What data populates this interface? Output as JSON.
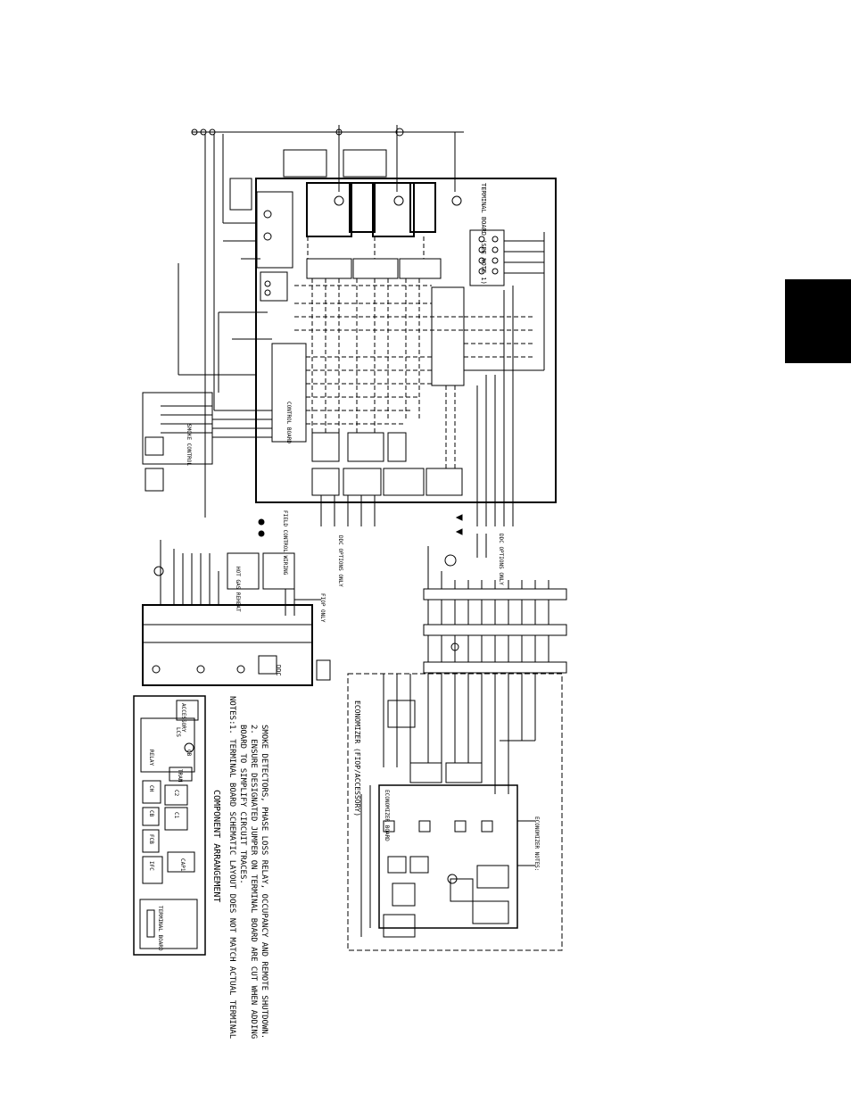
{
  "notes": {
    "heading": "NOTES:",
    "lines": [
      "1. TERMINAL BOARD SCHEMATIC LAYOUT DOES NOT MATCH ACTUAL TERMINAL",
      "BOARD TO SIMPLIFY CIRCUIT TRACES.",
      "2. ENSURE DESIGNATED JUMPER ON TERMINAL BOARD ARE CUT WHEN ADDING",
      "SMOKE DETECTORS, PHASE LOSS RELAY, OCCUPANCY AND REMOTE SHUTDOWN."
    ]
  },
  "component_arrangement": {
    "title": "COMPONENT ARRANGEMENT",
    "terminal_board": "TERMINAL BOARD",
    "accessory": "ACCESSORY",
    "labels": [
      "LCS",
      "CAP1",
      "FCB",
      "C1",
      "C2",
      "CH",
      "CB",
      "IFC",
      "TRAN",
      "RELAY",
      "CB"
    ]
  },
  "schematic": {
    "terminal_board_note": "TERMINAL BOARD (SEE NOTE 1)",
    "control_board": "CONTROL BOARD",
    "field_control_wiring": "FIELD CONTROL WIRING",
    "economizer_title": "ECONOMIZER (FIOP/ACCESSORY)",
    "economizer_board": "ECONOMIZER BOARD",
    "economizer_notes": "ECONOMIZER NOTES:",
    "ddc_options_only_1": "DDC OPTIONS ONLY",
    "ddc_options_only_2": "DDC OPTIONS ONLY",
    "fiop_only": "FIOP ONLY",
    "smoke_control": "SMOKE CONTROL",
    "hot_gas_reheat": "HOT GAS REHEAT",
    "ddc": "DDC"
  }
}
